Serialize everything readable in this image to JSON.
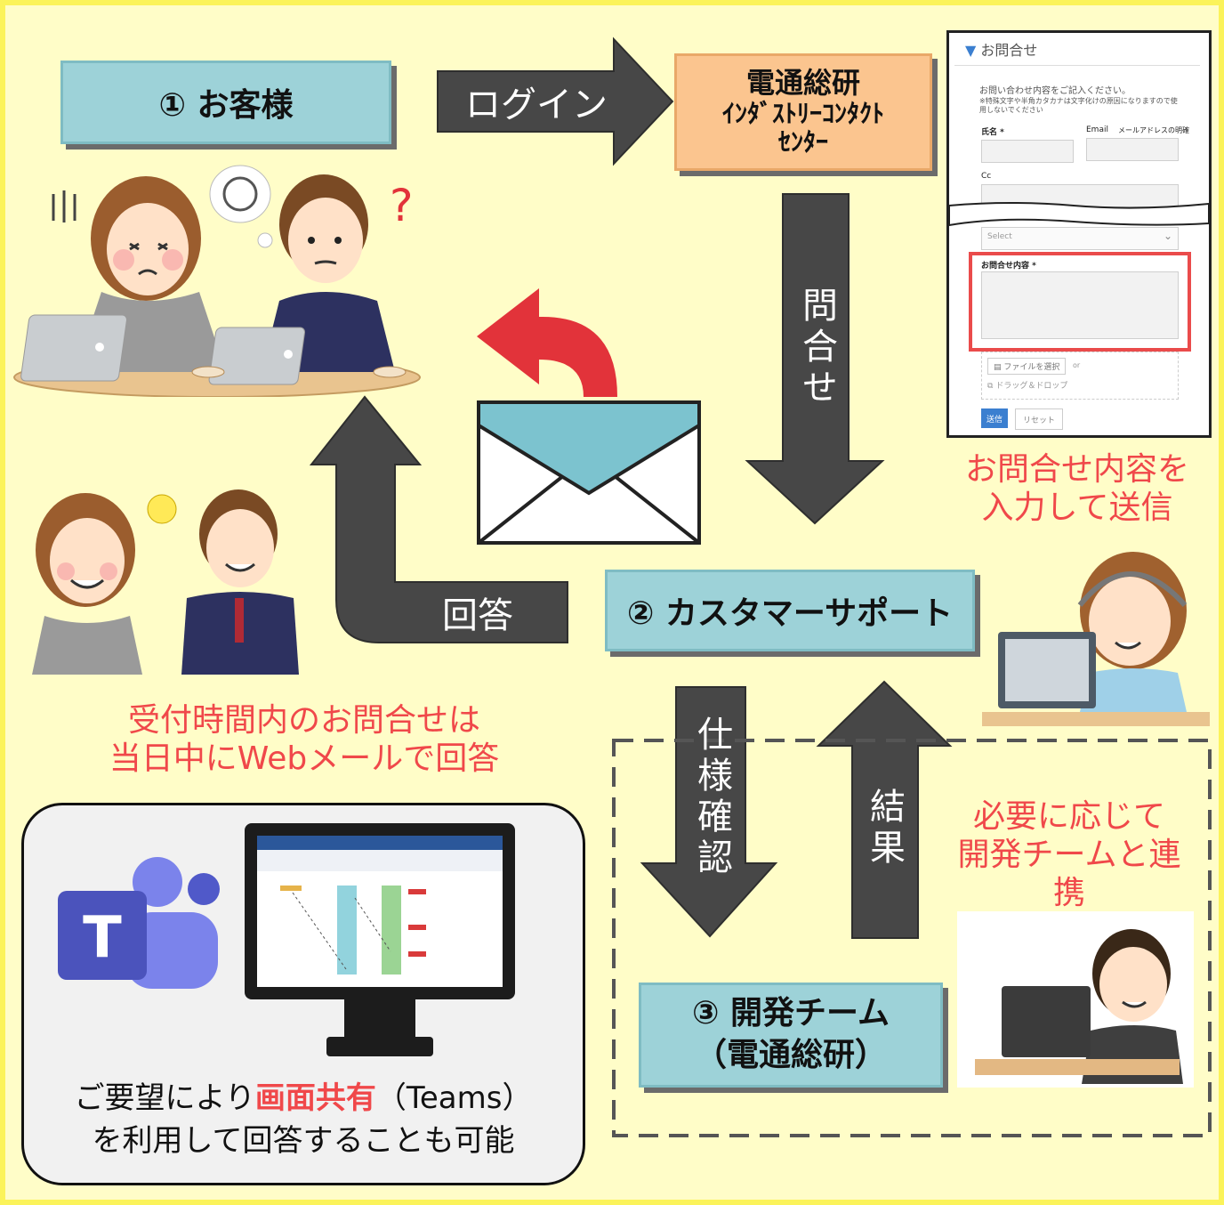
{
  "customer_box": "① お客様",
  "login_label": "ログイン",
  "center_box": {
    "line1": "電通総研",
    "line2": "ｲﾝﾀﾞｽﾄﾘｰｺﾝﾀｸﾄ",
    "line3": "ｾﾝﾀｰ"
  },
  "inquiry_label": "問合せ",
  "answer_label": "回答",
  "support_box": "② カスタマーサポート",
  "spec_label": "仕様確認",
  "result_label": "結果",
  "dev_box": {
    "line1": "③ 開発チーム",
    "line2": "（電通総研）"
  },
  "notes": {
    "form_note_1": "お問合せ内容を",
    "form_note_2": "入力して送信",
    "reply_note_1": "受付時間内のお問合せは",
    "reply_note_2": "当日中にWebメールで回答",
    "dev_note_1": "必要に応じて",
    "dev_note_2": "開発チームと連携"
  },
  "teams": {
    "line1_before": "ご要望により",
    "line1_emph": "画面共有",
    "line1_after": "（Teams）",
    "line2": "を利用して回答することも可能"
  },
  "form": {
    "title": "お問合せ",
    "intro": "お問い合わせ内容をご記入ください。",
    "caution": "※特殊文字や半角カタカナは文字化けの原因になりますので使用しないでください",
    "name_label": "氏名 *",
    "email_label": "Email",
    "email_placeholder": "メールアドレスの明確",
    "cc_label": "Cc",
    "select_placeholder": "Select",
    "content_label": "お問合せ内容 *",
    "file_button": "ファイルを選択",
    "or_text": "or",
    "drag_drop": "ドラッグ＆ドロップ",
    "submit_button": "送信",
    "reset_button": "リセット"
  },
  "colors": {
    "background": "#fffdc8",
    "border": "#fbf35a",
    "teal_box": "#9dd2d8",
    "orange_box": "#fbc58f",
    "dark_arrow": "#474747",
    "red_arrow": "#e2333a",
    "note_red": "#f0484a",
    "envelope_flap": "#7cc3cf"
  }
}
